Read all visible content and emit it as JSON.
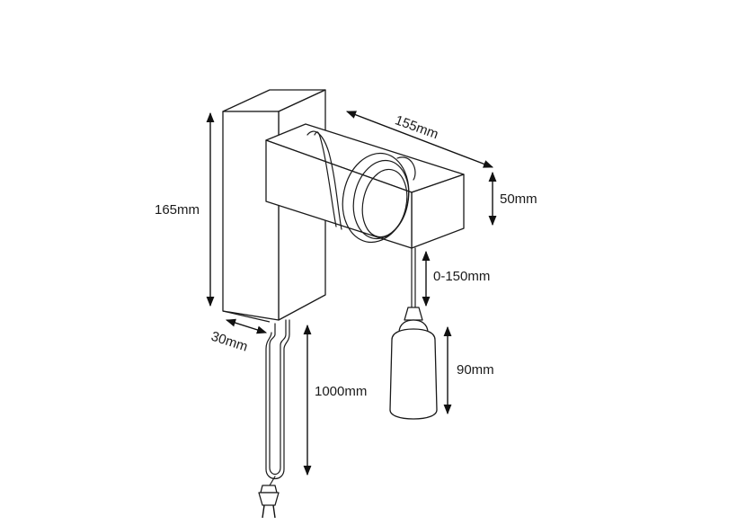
{
  "dimensions": {
    "width_top": "155mm",
    "height_block": "50mm",
    "height_back": "165mm",
    "drop": "0-150mm",
    "depth_back": "30mm",
    "socket": "90mm",
    "cord": "1000mm"
  }
}
